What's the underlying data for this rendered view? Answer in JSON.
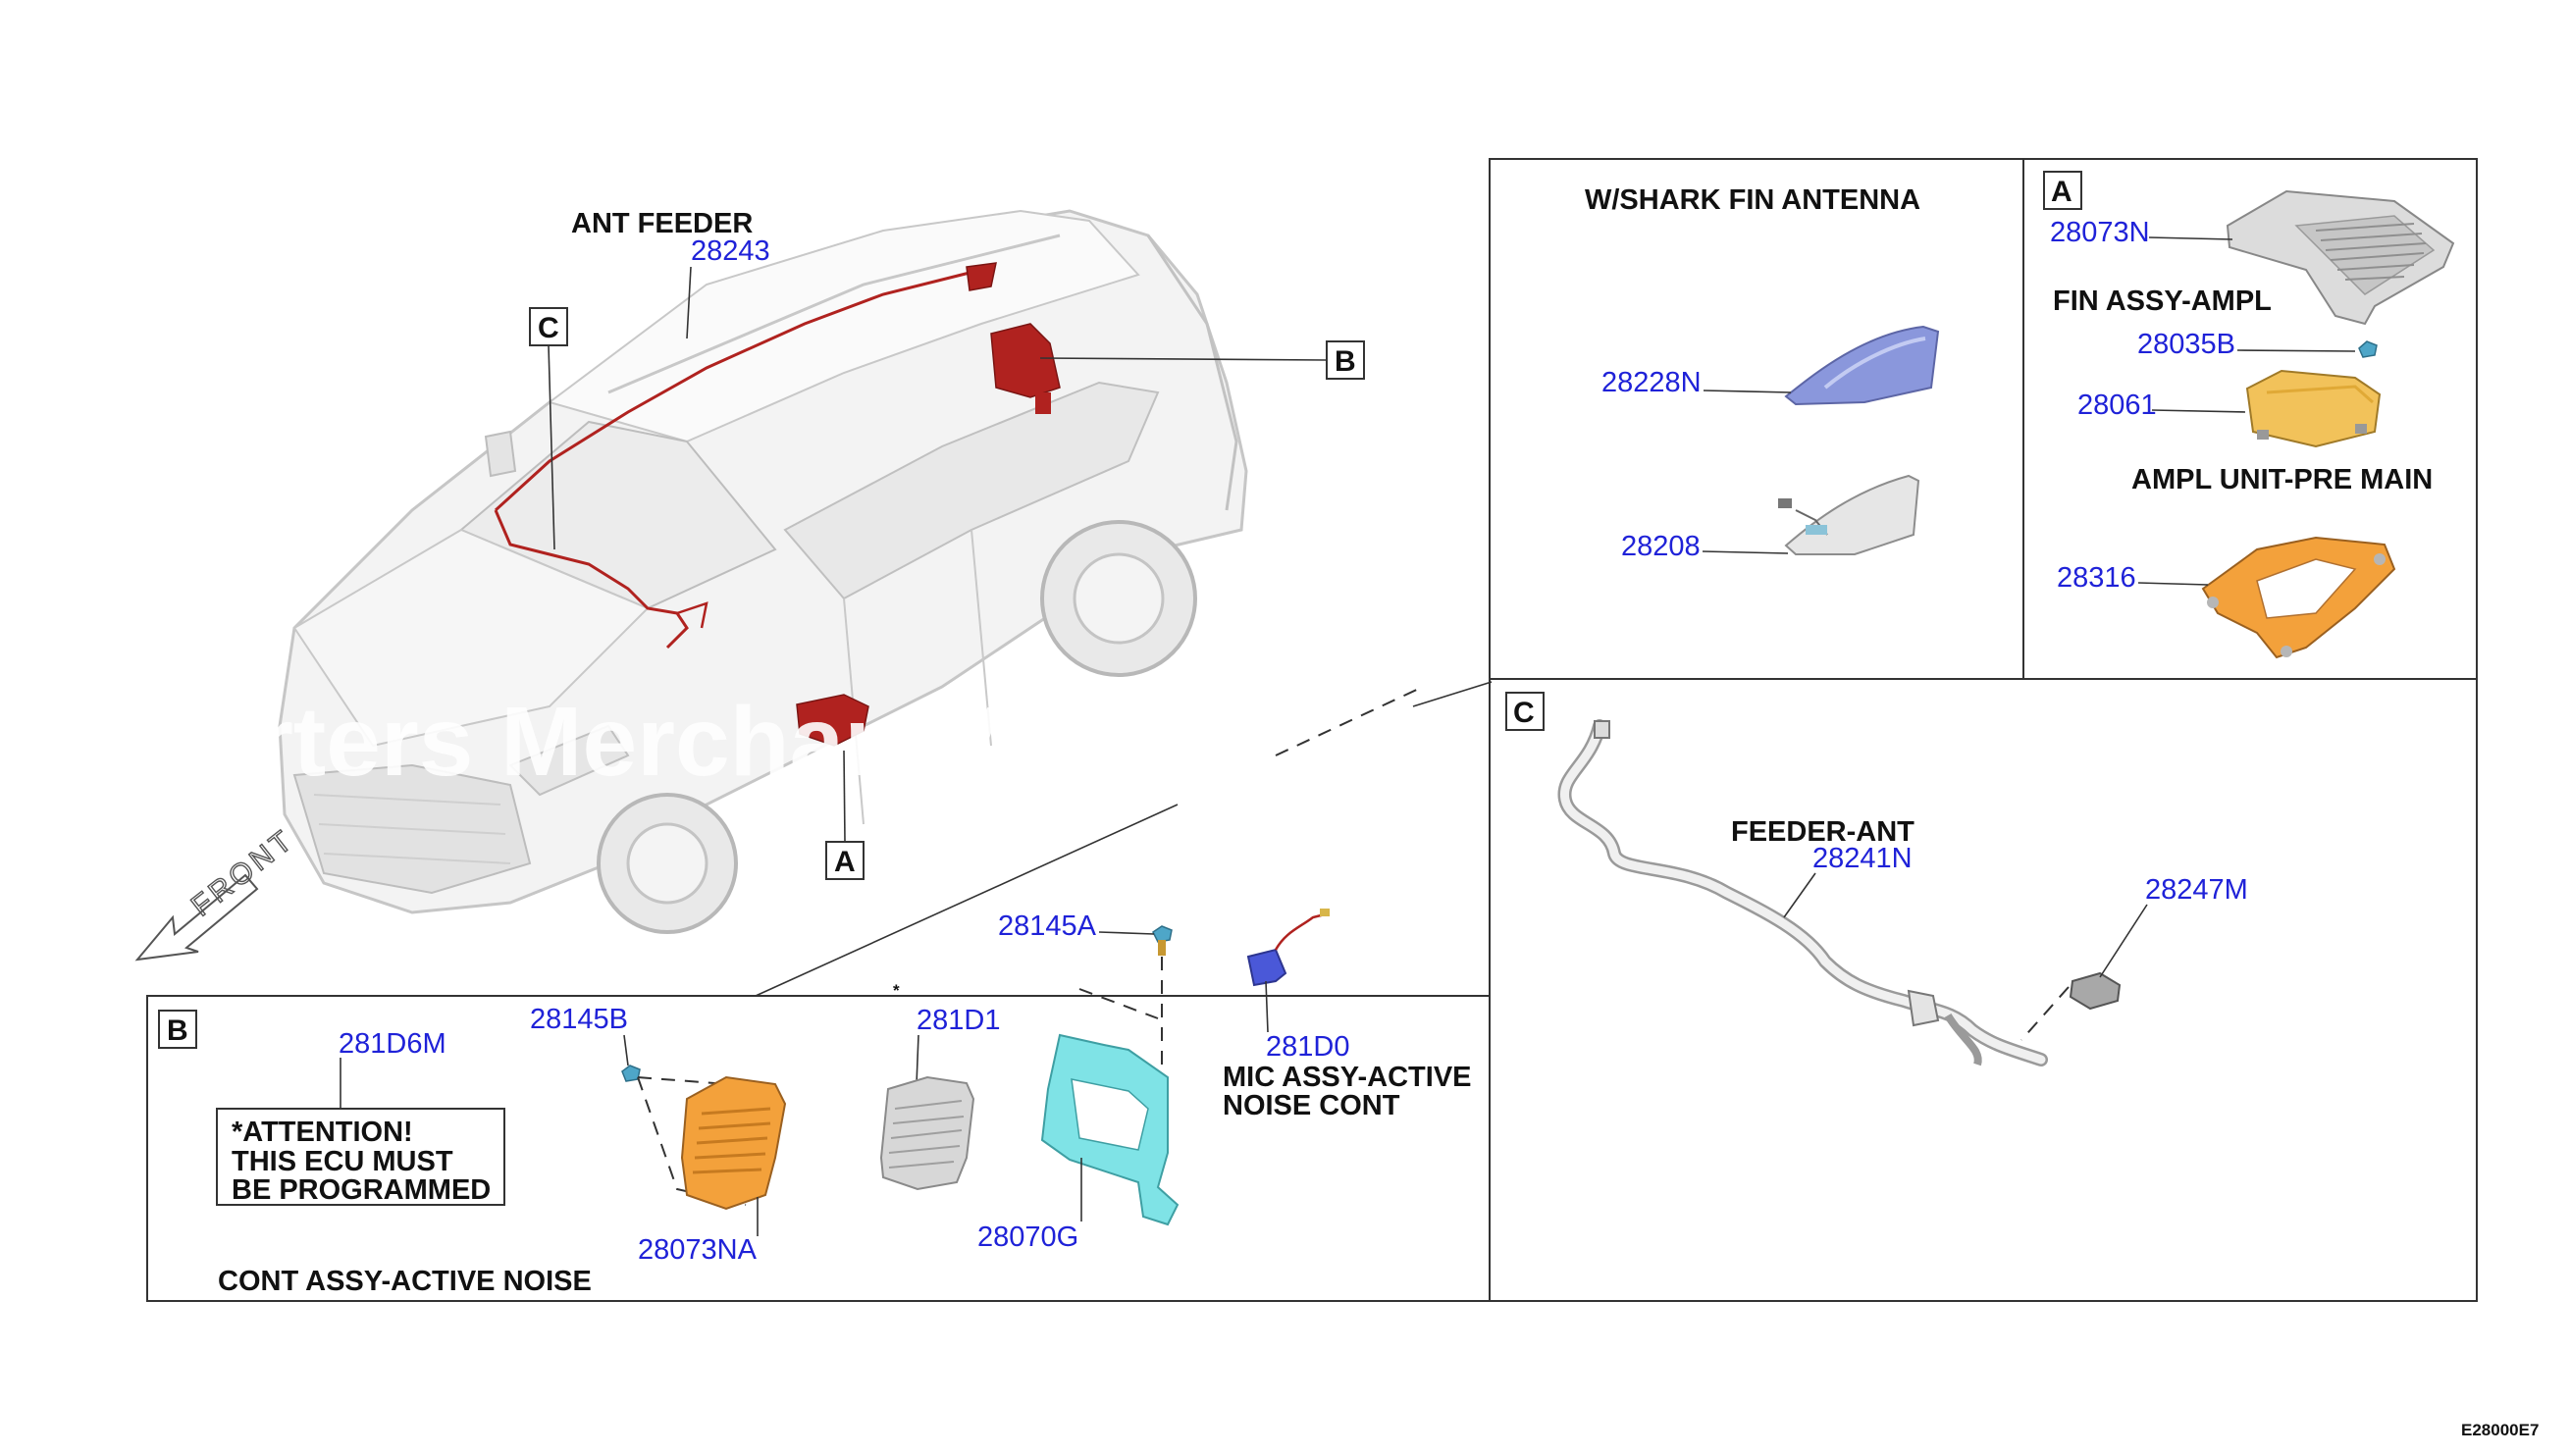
{
  "diagram": {
    "main": {
      "ant_feeder_label": "ANT FEEDER",
      "ant_feeder_part": "28243",
      "callout_c": "C",
      "callout_b": "B",
      "callout_a": "A",
      "watermark": "rters Merchant A",
      "front_label": "FRONT"
    },
    "panel_shark": {
      "title": "W/SHARK FIN ANTENNA",
      "part_upper": "28228N",
      "part_lower": "28208"
    },
    "panel_a": {
      "letter": "A",
      "part_fin": "28073N",
      "label_fin": "FIN ASSY-AMPL",
      "part_screw": "28035B",
      "part_ampl": "28061",
      "label_ampl": "AMPL UNIT-PRE MAIN",
      "part_bracket": "28316"
    },
    "panel_c": {
      "letter": "C",
      "label_feeder": "FEEDER-ANT",
      "part_feeder": "28241N",
      "part_module": "28247M"
    },
    "panel_b": {
      "letter": "B",
      "part_ecu": "281D6M",
      "attention_line1": "*ATTENTION!",
      "attention_line2": "THIS ECU MUST",
      "attention_line3": "BE PROGRAMMED",
      "part_screw_b": "28145B",
      "part_cover": "28073NA",
      "label_cont": "CONT ASSY-ACTIVE NOISE",
      "asterisk": "*",
      "part_unit": "281D1",
      "part_screw_a": "28145A",
      "part_bracket": "28070G",
      "part_mic": "281D0",
      "label_mic1": "MIC ASSY-ACTIVE",
      "label_mic2": "NOISE CONT"
    },
    "ref_code": "E28000E7"
  },
  "colors": {
    "part_number": "#1f22d8",
    "harness_red": "#b0221f",
    "amp_orange": "#f3a13b",
    "bracket_cyan": "#7fe3e6",
    "mic_blue": "#4a58d8",
    "fin_blue": "#8a97dc",
    "gold": "#f2c25a"
  }
}
